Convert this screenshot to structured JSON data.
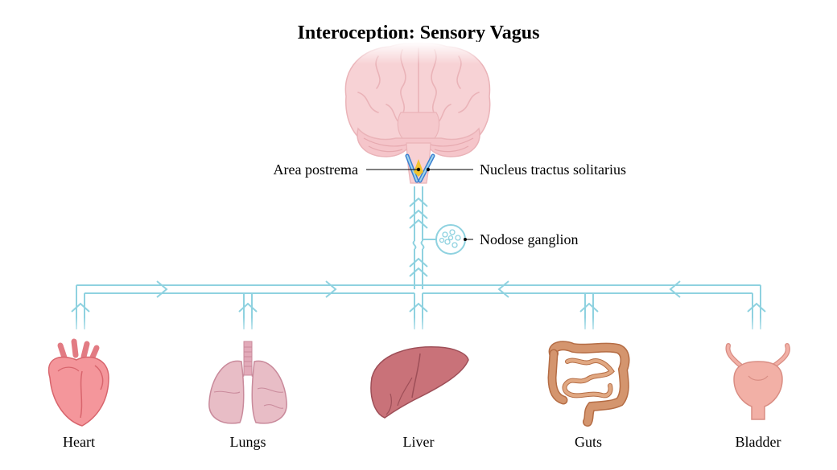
{
  "title": "Interoception: Sensory Vagus",
  "labels": {
    "area_postrema": "Area postrema",
    "nts": "Nucleus tractus solitarius",
    "nodose": "Nodose ganglion"
  },
  "organs": [
    {
      "id": "heart",
      "label": "Heart"
    },
    {
      "id": "lungs",
      "label": "Lungs"
    },
    {
      "id": "liver",
      "label": "Liver"
    },
    {
      "id": "guts",
      "label": "Guts"
    },
    {
      "id": "bladder",
      "label": "Bladder"
    }
  ],
  "colors": {
    "nerve": "#8fd2e0",
    "brain": "#f5c8cc",
    "heart": "#f08c92",
    "lungs": "#e2aab9",
    "liver": "#c97279",
    "guts": "#d4956e",
    "bladder": "#f2b0a6",
    "nts": "#f2c230",
    "tract": "#3b7fd0"
  }
}
